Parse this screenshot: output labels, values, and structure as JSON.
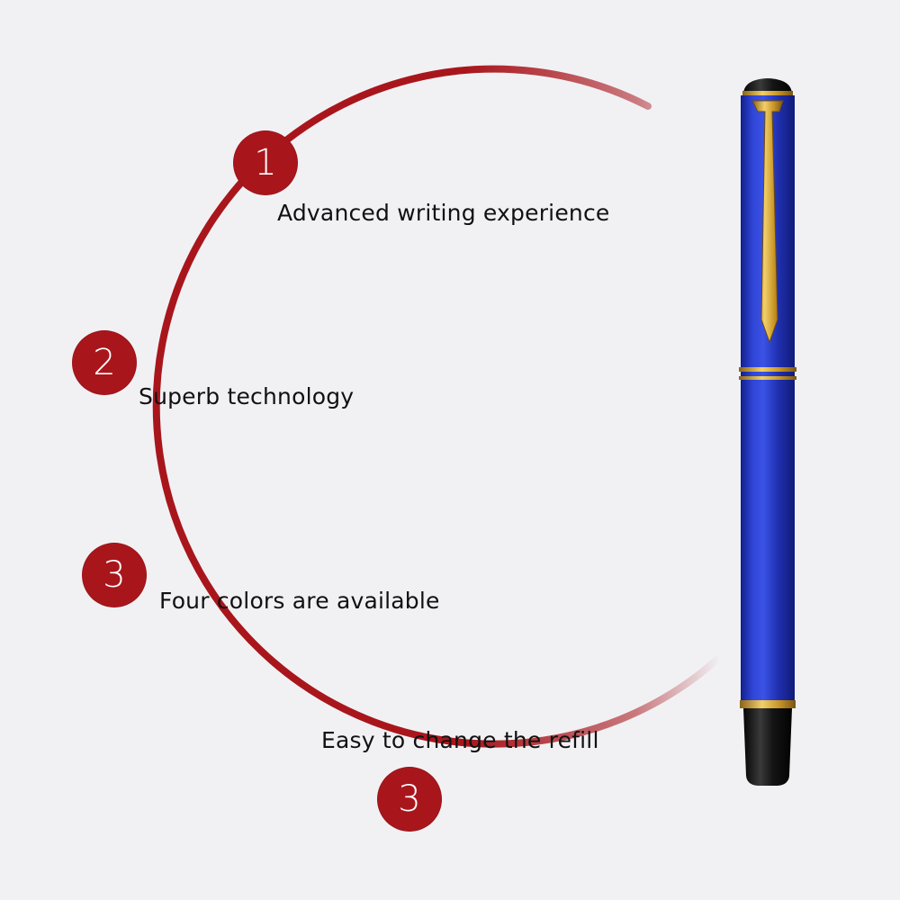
{
  "features": [
    {
      "number": "1",
      "text": "Advanced writing experience"
    },
    {
      "number": "2",
      "text": "Superb technology"
    },
    {
      "number": "3",
      "text": "Four colors are available"
    },
    {
      "number": "3",
      "text": "Easy to change the refill"
    }
  ],
  "colors": {
    "background": "#f1f1f4",
    "arc": "#a8161c",
    "pen_body": "#2436b8",
    "pen_trim": "#d4a437",
    "pen_cap_end": "#141414"
  }
}
